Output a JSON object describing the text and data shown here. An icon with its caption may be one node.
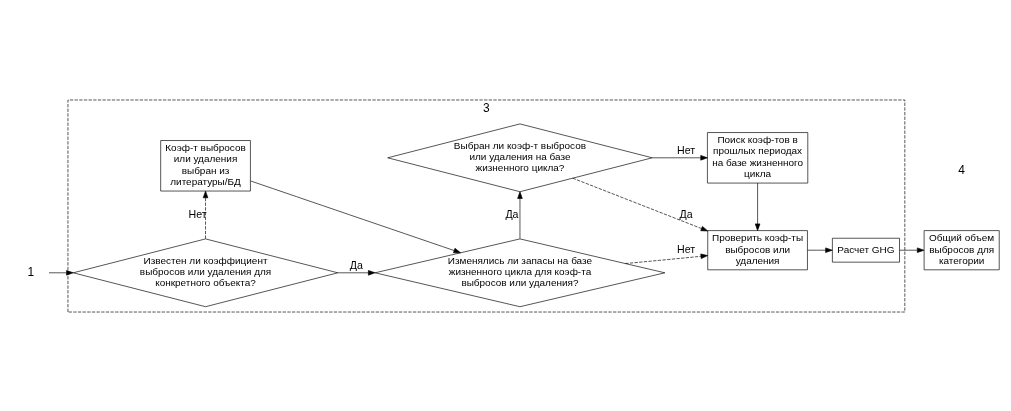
{
  "diagram": {
    "nodes": [
      {
        "text": [
          "3"
        ]
      },
      {
        "text": [
          "1"
        ]
      },
      {
        "text": [
          "Известен ли коэффициент выбросов или удаления для конкретного объекта?"
        ],
        "in": 0
      },
      {
        "text": [
          "Коэф-т выбросов или удаления выбран из литературы/БД"
        ],
        "in": 0
      },
      {
        "text": [
          "Изменялись ли запасы на базе жизненного цикла для коэф-та выбросов или удаления?"
        ],
        "in": 0
      },
      {
        "text": [
          "Выбран ли коэф-т выбросов или удаления на базе жизненного цикла?"
        ],
        "in": 0
      },
      {
        "text": [
          "Проверить коэф-ты выбросов или удаления"
        ],
        "in": 0
      },
      {
        "text": [
          "Поиск коэф-тов в прошлых периодах на базе жизненного цикла"
        ],
        "in": 0
      },
      {
        "text": [
          "Расчет GHG"
        ],
        "in": 0
      },
      {
        "text": [
          "Общий объем выбросов для категории"
        ]
      }
    ],
    "edges": [
      {
        "from": 1,
        "to": 2,
        "arrow": "to"
      },
      {
        "from": 2,
        "to": 4,
        "arrow": "to",
        "label": "Да"
      },
      {
        "from": 2,
        "to": 3,
        "arrow": "to",
        "label": "Нет",
        "style": "dashed"
      },
      {
        "from": 3,
        "to": 4,
        "arrow": "to"
      },
      {
        "from": 4,
        "to": 6,
        "arrow": "to",
        "label": "Нет",
        "style": "dashed"
      },
      {
        "from": 4,
        "to": 5,
        "arrow": "to",
        "label": "Да"
      },
      {
        "from": 5,
        "to": 6,
        "arrow": "to",
        "label": "Да",
        "style": "dashed"
      },
      {
        "from": 5,
        "to": 7,
        "arrow": "to",
        "label": "Нет"
      },
      {
        "from": 7,
        "to": 6,
        "arrow": "to"
      },
      {
        "from": 6,
        "to": 8,
        "arrow": "to"
      },
      {
        "from": 8,
        "to": 9,
        "arrow": "to"
      }
    ],
    "labels": [
      "4"
    ]
  }
}
